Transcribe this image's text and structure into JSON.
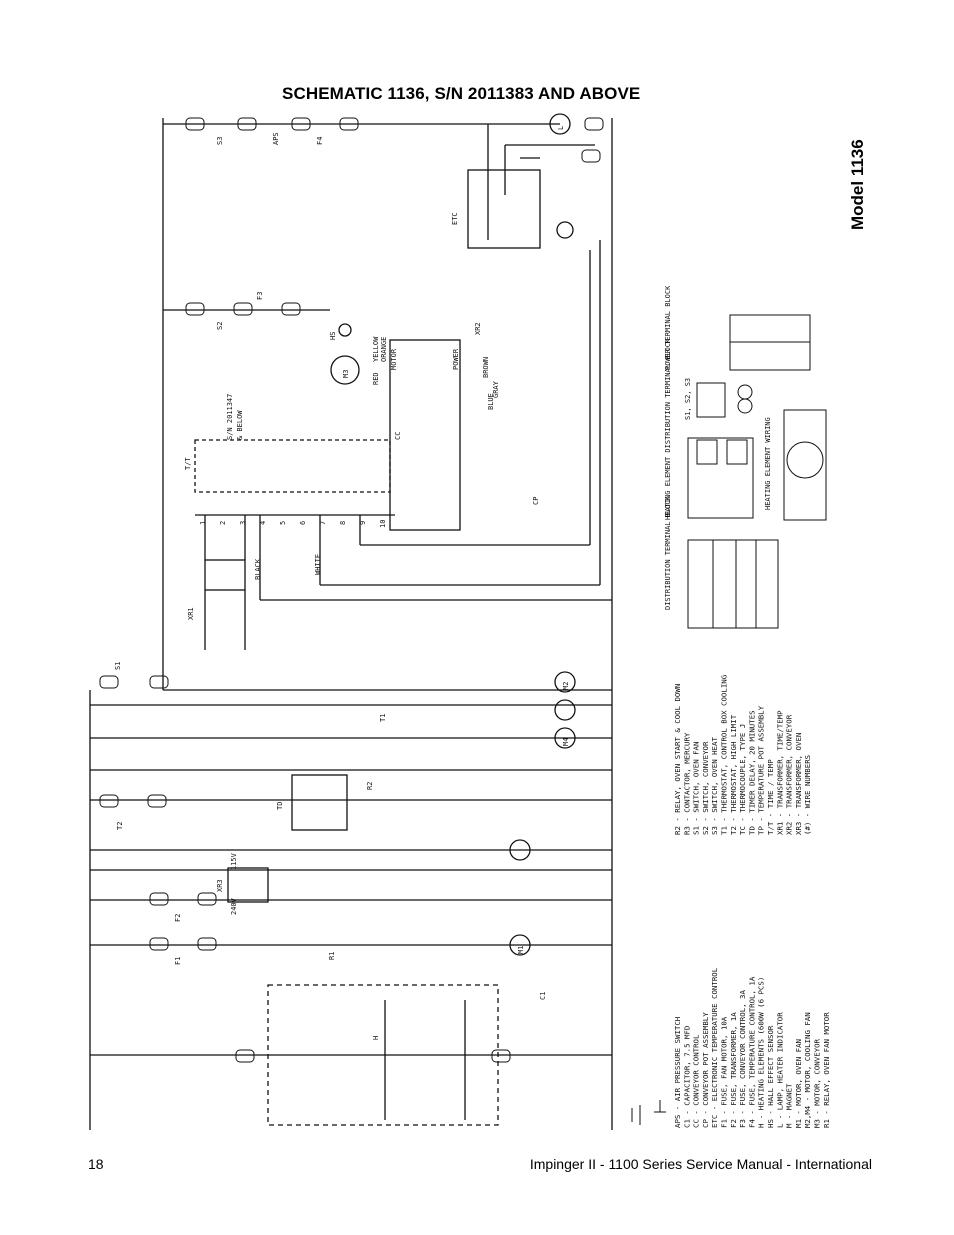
{
  "header": {
    "title": "SCHEMATIC 1136, S/N 2011383 AND ABOVE"
  },
  "side_label": "Model 1136",
  "footer": {
    "page_number": "18",
    "manual_title": "Impinger II - 1100 Series Service Manual - International"
  },
  "diagram_labels": {
    "etc": "ETC",
    "cc": "CC",
    "tt": "T/T",
    "sn_note_1": "S/N 2011347",
    "sn_note_2": "& BELOW",
    "s1": "S1",
    "s2": "S2",
    "s3": "S3",
    "aps": "APS",
    "f1": "F1",
    "f2": "F2",
    "f3": "F3",
    "f4": "F4",
    "xr1": "XR1",
    "xr2": "XR2",
    "xr3": "XR3",
    "t1": "T1",
    "t2": "T2",
    "td": "TD",
    "r1": "R1",
    "r2": "R2",
    "c1": "C1",
    "h": "H",
    "m1": "M1",
    "m2": "M2",
    "m3": "M3",
    "m4": "M4",
    "cp": "CP",
    "hs": "HS",
    "l": "L",
    "red": "RED",
    "black": "BLACK",
    "white": "WHITE",
    "blue": "BLUE",
    "brown": "BROWN",
    "gray": "GRAY",
    "orange": "ORANGE",
    "yellow": "YELLOW",
    "motor": "MOTOR",
    "power": "POWER",
    "v115": "115V",
    "v240": "240V",
    "dist_block": "DISTRIBUTION TERMINAL BLOCK",
    "heating_block": "HEATING ELEMENT DISTRIBUTION TERMINAL BLOCK",
    "power_block": "POWER TERMINAL BLOCK",
    "heating_wiring": "HEATING ELEMENT WIRING",
    "switches": "S1, S2, S3"
  },
  "legend_left": [
    "APS - AIR PRESSURE SWITCH",
    "C1 - CAPACITOR, 7.5 MFD",
    "CC - CONVEYOR CONTROL",
    "CP - CONVEYOR POT ASSEMBLY",
    "ETC - ELECTRONIC TEMPERATURE CONTROL",
    "F1 - FUSE, FAN MOTOR, 10A",
    "F2 - FUSE, TRANSFORMER, 1A",
    "F3 - FUSE, CONVEYOR CONTROL, 3A",
    "F4 - FUSE, TEMPERATURE CONTROL, 1A",
    "H - HEATING ELEMENTS (600W (6 PCS)",
    "HS - HALL EFFECT SENSOR",
    "L - LAMP, HEATER INDICATOR",
    "M - MAGNET",
    "M1 - MOTOR, OVEN FAN",
    "M2,M4 - MOTOR, COOLING FAN",
    "M3 - MOTOR, CONVEYOR",
    "R1 - RELAY, OVEN FAN MOTOR"
  ],
  "legend_right": [
    "R2 - RELAY, OVEN START & COOL DOWN",
    "R3 - CONTACTOR, MERCURY",
    "S1 - SWITCH, OVEN FAN",
    "S2 - SWITCH, CONVEYOR",
    "S3 - SWITCH, OVEN HEAT",
    "T1 - THERMOSTAT, CONTROL BOX COOLING",
    "T2 - THERMOSTAT, HIGH LIMIT",
    "TC - THERMOCOUPLE, TYPE J",
    "TD - TIMER DELAY, 20 MINUTES",
    "TP - TEMPERATURE POT ASSEMBLY",
    "T/T - TIME / TEMP",
    "XR1 - TRANSFORMER, TIME/TEMP",
    "XR2 - TRANSFORMER, CONVEYOR",
    "XR3 - TRANSFORMER, OVEN",
    "(#) - WIRE NUMBERS"
  ],
  "tt_numbers": [
    "1",
    "2",
    "3",
    "4",
    "5",
    "6",
    "7",
    "8",
    "9",
    "10"
  ],
  "colors": {
    "ink": "#111111",
    "paper": "#ffffff"
  }
}
